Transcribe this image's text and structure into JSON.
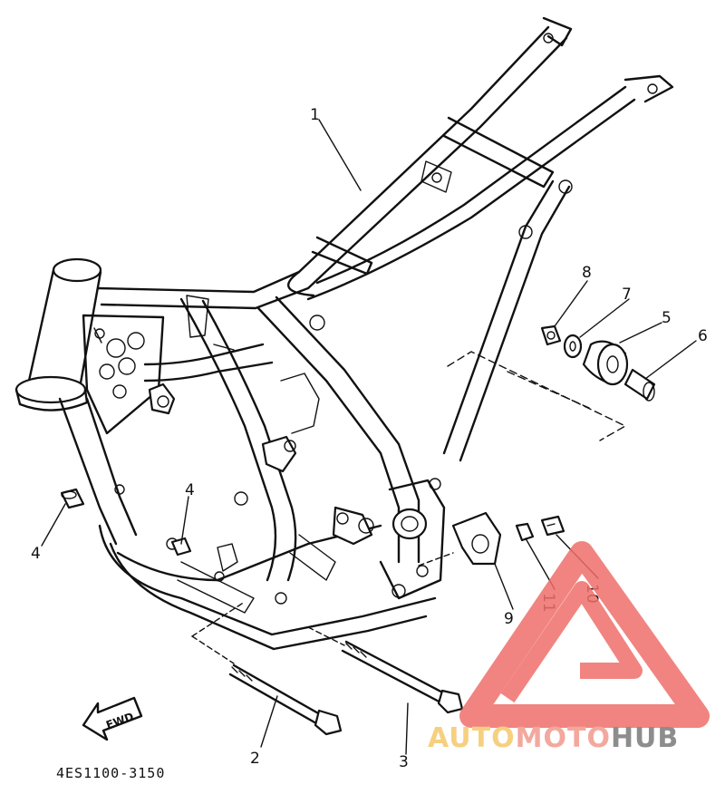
{
  "diagram": {
    "callouts": [
      {
        "id": "c1",
        "label": "1"
      },
      {
        "id": "c2",
        "label": "2"
      },
      {
        "id": "c3",
        "label": "3"
      },
      {
        "id": "c4a",
        "label": "4"
      },
      {
        "id": "c4b",
        "label": "4"
      },
      {
        "id": "c5",
        "label": "5"
      },
      {
        "id": "c6",
        "label": "6"
      },
      {
        "id": "c7",
        "label": "7"
      },
      {
        "id": "c8",
        "label": "8"
      },
      {
        "id": "c9",
        "label": "9"
      },
      {
        "id": "c10",
        "label": "10"
      },
      {
        "id": "c11",
        "label": "11"
      }
    ],
    "fwd_label": "FWD",
    "part_code": "4ES1100-3150"
  },
  "watermark": {
    "word_a": "AUTO",
    "word_b": "MOTO",
    "word_c": "HUB",
    "colors": {
      "auto": "#f5c86a",
      "moto": "#f29a8e",
      "hub": "#7a7a7a",
      "triangle": "#ef6f6a"
    }
  }
}
